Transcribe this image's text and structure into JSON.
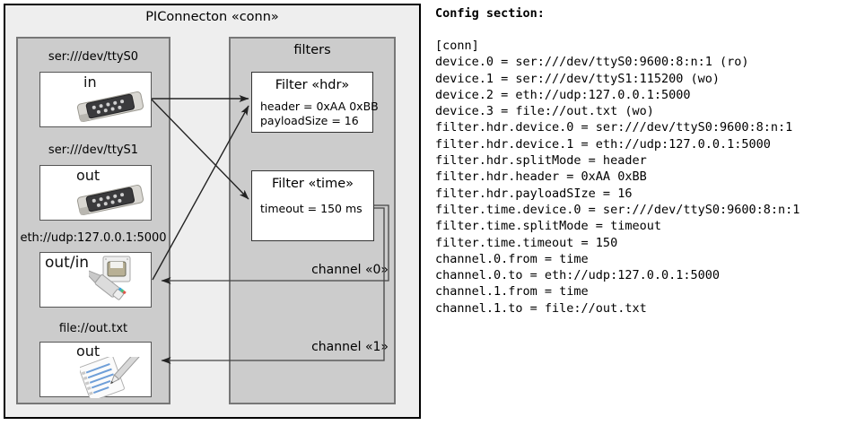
{
  "diagram": {
    "title": "PIConnecton «conn»",
    "devices_panel": {
      "title": "",
      "devices": [
        {
          "caption": "ser:///dev/ttyS0",
          "label": "in",
          "icon": "serial-port-icon"
        },
        {
          "caption": "ser:///dev/ttyS1",
          "label": "out",
          "icon": "serial-port-icon"
        },
        {
          "caption": "eth://udp:127.0.0.1:5000",
          "label": "out/in",
          "icon": "ethernet-icon"
        },
        {
          "caption": "file://out.txt",
          "label": "out",
          "icon": "text-file-icon"
        }
      ]
    },
    "filters_panel": {
      "title": "filters",
      "filters": [
        {
          "title": "Filter «hdr»",
          "attrs": [
            "header = 0xAA 0xBB",
            "payloadSize = 16"
          ]
        },
        {
          "title": "Filter «time»",
          "attrs": [
            "timeout = 150 ms"
          ]
        }
      ]
    },
    "channels": [
      {
        "label": "channel «0»"
      },
      {
        "label": "channel «1»"
      }
    ]
  },
  "config": {
    "heading": "Config section:",
    "lines": [
      "[conn]",
      "device.0 = ser:///dev/ttyS0:9600:8:n:1 (ro)",
      "device.1 = ser:///dev/ttyS1:115200 (wo)",
      "device.2 = eth://udp:127.0.0.1:5000",
      "device.3 = file://out.txt (wo)",
      "filter.hdr.device.0 = ser:///dev/ttyS0:9600:8:n:1",
      "filter.hdr.device.1 = eth://udp:127.0.0.1:5000",
      "filter.hdr.splitMode = header",
      "filter.hdr.header = 0xAA 0xBB",
      "filter.hdr.payloadSIze = 16",
      "filter.time.device.0 = ser:///dev/ttyS0:9600:8:n:1",
      "filter.time.splitMode = timeout",
      "filter.time.timeout = 150",
      "channel.0.from = time",
      "channel.0.to = eth://udp:127.0.0.1:5000",
      "channel.1.from = time",
      "channel.1.to = file://out.txt"
    ]
  },
  "colors": {
    "outer_border": "#000000",
    "outer_fill": "#eeeeee",
    "panel_fill": "#cccccc",
    "panel_border": "#777777",
    "box_fill": "#ffffff",
    "edge": "#222222"
  }
}
